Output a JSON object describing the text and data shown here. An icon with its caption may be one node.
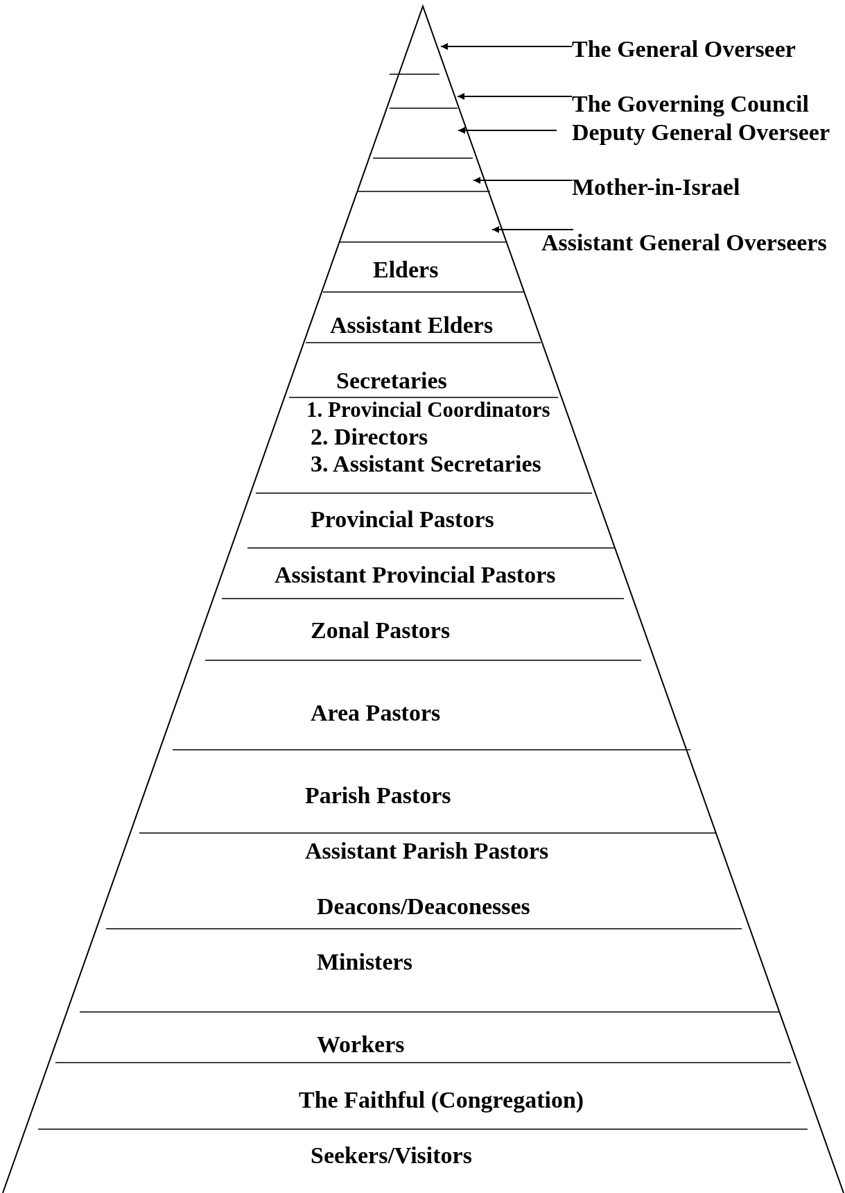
{
  "diagram": {
    "nodes": [
      {
        "text": [
          "The General Overseer"
        ]
      },
      {
        "text": [
          "The Governing Council"
        ]
      },
      {
        "text": [
          "Deputy  General Overseer"
        ]
      },
      {
        "text": [
          "Mother-in-Israel"
        ]
      },
      {
        "text": [
          "Assistant General Overseers"
        ]
      }
    ],
    "edges": [
      {
        "from": 0,
        "to": null,
        "arrow": "to"
      },
      {
        "from": 1,
        "to": null,
        "arrow": "to"
      },
      {
        "from": 2,
        "to": null,
        "arrow": "to"
      },
      {
        "from": 3,
        "to": null,
        "arrow": "to"
      },
      {
        "from": 4,
        "to": null,
        "arrow": "to"
      }
    ],
    "labels": [
      "Elders",
      "Assistant Elders",
      "Secretaries",
      "1. Provincial Coordinators",
      "2. Directors",
      "3. Assistant Secretaries",
      "Provincial Pastors",
      "Assistant Provincial Pastors",
      "Zonal Pastors",
      "Area Pastors",
      "Parish Pastors",
      "Assistant Parish Pastors",
      "Deacons/Deaconesses",
      "Ministers",
      "Workers",
      "The Faithful (Congregation)",
      "Seekers/Visitors"
    ]
  }
}
